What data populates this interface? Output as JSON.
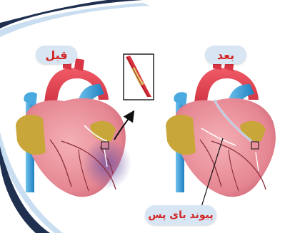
{
  "labels": {
    "before": "قبل",
    "after": "بعد",
    "bypass": "پیوند بای پس"
  },
  "colors": {
    "label_text": "#d32424",
    "label_bg": "#d8e6f4",
    "heart": "#e88a93",
    "heart_dark": "#c9586a",
    "aorta": "#e23b4a",
    "vessel_blue": "#2f9bd6",
    "fat_yellow": "#c9a63a",
    "ischemia": "#7b5aa6",
    "decor_navy": "#1f2f4f",
    "decor_lightblue": "#c9def0"
  },
  "icons": [
    "arrow-icon",
    "zoom-inset"
  ]
}
